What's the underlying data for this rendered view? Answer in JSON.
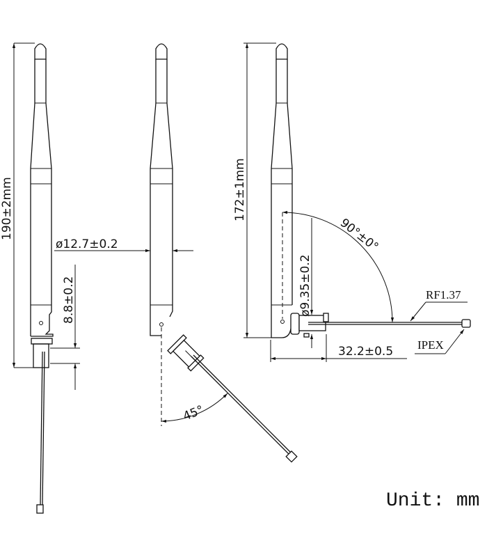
{
  "labels": {
    "overall_length": "190±2mm",
    "diameter": "ø12.7±0.2",
    "connector_offset": "8.8±0.2",
    "tilt_angle": "45°",
    "folded_length": "172±1mm",
    "connector_diameter": "ø9.35±0.2",
    "right_angle": "90°±0°",
    "cable_type": "RF1.37",
    "connector_type": "IPEX",
    "connector_length": "32.2±0.5",
    "unit": "Unit: mm"
  },
  "colors": {
    "line": "#111111",
    "background": "#ffffff"
  }
}
